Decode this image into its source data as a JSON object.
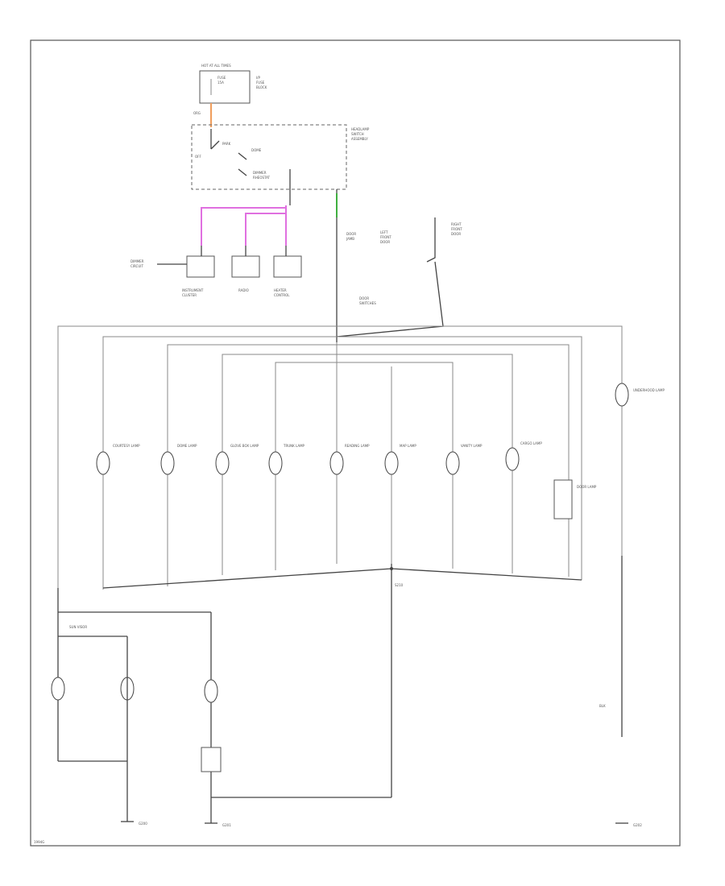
{
  "page": {
    "footer_code": "1994G"
  },
  "colors": {
    "frame": "#555555",
    "wire": "#444444",
    "wire_orange": "#f0a060",
    "wire_pink": "#e070e0",
    "wire_green": "#40b040"
  },
  "fuse_block": {
    "label": "HOT AT ALL TIMES"
  },
  "components": [
    {
      "id": "courtesy-lamp",
      "label": "COURTESY LAMP"
    },
    {
      "id": "dome-lamp",
      "label": "DOME LAMP"
    },
    {
      "id": "glove-box-lamp",
      "label": "GLOVE BOX LAMP"
    },
    {
      "id": "trunk-lamp",
      "label": "TRUNK LAMP"
    },
    {
      "id": "reading-lamp",
      "label": "READING LAMP"
    },
    {
      "id": "map-lamp",
      "label": "MAP LAMP"
    },
    {
      "id": "vanity-lamp",
      "label": "VANITY LAMP"
    },
    {
      "id": "cargo-lamp",
      "label": "CARGO LAMP"
    },
    {
      "id": "door-lamp",
      "label": "DOOR LAMP"
    },
    {
      "id": "underhood-lamp",
      "label": "UNDERHOOD LAMP"
    }
  ],
  "grounds": {
    "left": "G200",
    "middle": "G201",
    "right": "G202"
  }
}
